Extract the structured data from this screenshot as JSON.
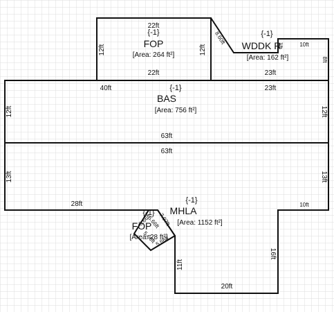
{
  "areas": {
    "fop_top": {
      "name": "FOP",
      "code": "{-1}",
      "area": "[Area: 264 ft²]"
    },
    "wddk": {
      "name": "WDDK R",
      "code": "{-1}",
      "area": "[Area: 162 ft²]"
    },
    "bas": {
      "name": "BAS",
      "code": "{-1}",
      "area": "[Area: 756 ft²]"
    },
    "mhla": {
      "name": "MHLA",
      "code": "{-1}",
      "area": "[Area: 1152 ft²]"
    },
    "fop_small": {
      "name": "FOP",
      "code": "{-1}",
      "area": "[Area: 28 ft²]"
    }
  },
  "dimensions": {
    "fop_top_top": "22ft",
    "fop_top_bottom": "22ft",
    "fop_top_left": "12ft",
    "fop_top_right": "12ft",
    "wddk_diag": "8.60ft",
    "wddk_top": "10ft",
    "wddk_right": "8ft",
    "wddk_left_small": "4ft",
    "wddk_bottom": "23ft",
    "bas_top_left": "40ft",
    "bas_top_right": "23ft",
    "bas_left": "12ft",
    "bas_right": "12ft",
    "bas_bottom": "63ft",
    "mhla_top": "63ft",
    "mhla_left": "13ft",
    "mhla_right": "13ft",
    "mhla_bottom_left": "28ft",
    "mhla_bottom_right_stub": "10ft",
    "mhla_right_lower": "16ft",
    "mhla_bottom": "20ft",
    "mhla_left_lower": "11ft",
    "diag_a": "7.07ft",
    "diag_b": "5.66ft",
    "diag_c": "5.66ft",
    "diag_d": "5.66ft",
    "diag_e": "5.66ft"
  }
}
